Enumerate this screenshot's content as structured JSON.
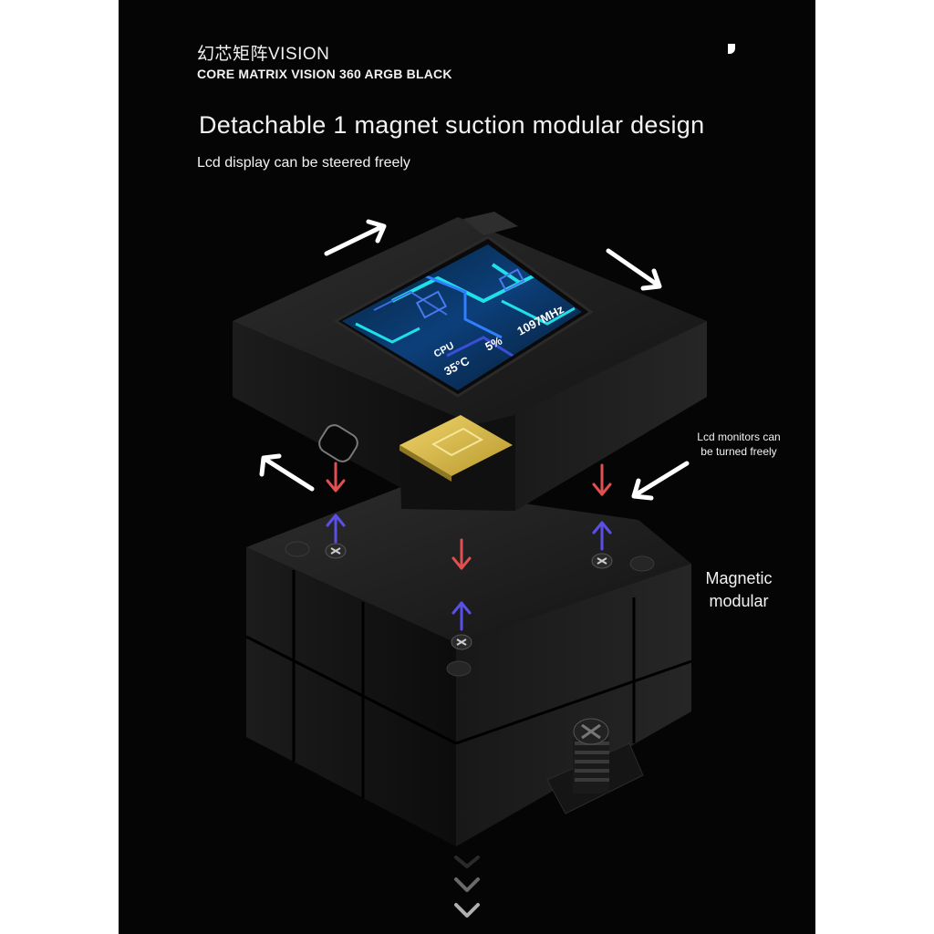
{
  "header": {
    "title_cn": "幻芯矩阵VISION",
    "model_name": "CORE MATRIX VISION 360 ARGB BLACK"
  },
  "headline": "Detachable 1 magnet suction modular design",
  "subheadline": "Lcd display can be steered freely",
  "screen": {
    "cpu_label": "CPU",
    "temperature": "35°C",
    "usage": "5%",
    "frequency": "1097MHz"
  },
  "annotations": {
    "rotate_note": "Lcd monitors can be turned freely",
    "magnetic_label": "Magnetic modular"
  },
  "colors": {
    "background": "#050505",
    "magnet_down_arrow": "#e05050",
    "magnet_up_arrow": "#5a50e8",
    "screen_accent": "#1fe0e8",
    "gold_button": "#d8bd52"
  },
  "icons": [
    "rotate-arrow-icon",
    "magnet-down-arrow-icon",
    "magnet-up-arrow-icon",
    "scroll-down-chevron-icon"
  ]
}
